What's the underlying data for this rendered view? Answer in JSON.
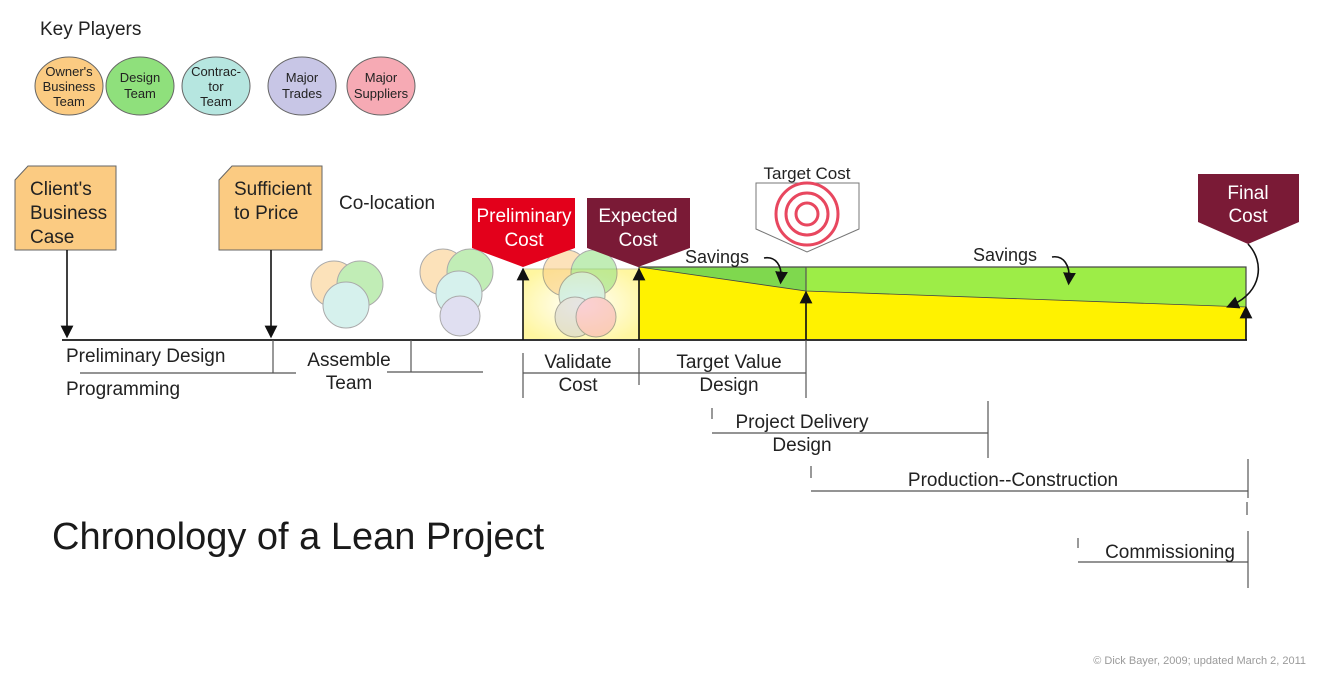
{
  "key_players": {
    "heading": "Key Players",
    "items": [
      {
        "lines": [
          "Owner's",
          "Business",
          "Team"
        ],
        "color": "#fbcb82"
      },
      {
        "lines": [
          "Design",
          "Team"
        ],
        "color": "#8fe07c"
      },
      {
        "lines": [
          "Contrac-",
          "tor",
          "Team"
        ],
        "color": "#b6e6e0"
      },
      {
        "lines": [
          "Major",
          "Trades"
        ],
        "color": "#c8c6e6"
      },
      {
        "lines": [
          "Major",
          "Suppliers"
        ],
        "color": "#f6aab4"
      }
    ]
  },
  "milestones": {
    "client_case": [
      "Client's",
      "Business",
      "Case"
    ],
    "sufficient_price": [
      "Sufficient",
      "to Price"
    ],
    "colocation": "Co-location",
    "preliminary_cost": [
      "Preliminary",
      "Cost"
    ],
    "expected_cost": [
      "Expected",
      "Cost"
    ],
    "target_cost": "Target Cost",
    "final_cost": [
      "Final",
      "Cost"
    ],
    "savings_1": "Savings",
    "savings_2": "Savings"
  },
  "phases": {
    "preliminary_design": "Preliminary Design",
    "programming": "Programming",
    "assemble_team": [
      "Assemble",
      "Team"
    ],
    "validate_cost": [
      "Validate",
      "Cost"
    ],
    "target_value_design": [
      "Target Value",
      "Design"
    ],
    "project_delivery_design": [
      "Project Delivery",
      "Design"
    ],
    "production_construction": "Production--Construction",
    "commissioning": "Commissioning"
  },
  "title": "Chronology of a Lean Project",
  "copyright": "© Dick Bayer, 2009; updated March 2, 2011",
  "colors": {
    "milestone_fill": "#fbcb82",
    "preliminary_cost": "#e3001b",
    "expected_cost": "#7a1a36",
    "final_cost": "#7a1a36",
    "cost_yellow": "#fff200",
    "savings_green": "#9ded47",
    "savings_green_dark": "#7fd84e",
    "validate_fill": "#fff8b8",
    "target_ring": "#e8475f"
  }
}
